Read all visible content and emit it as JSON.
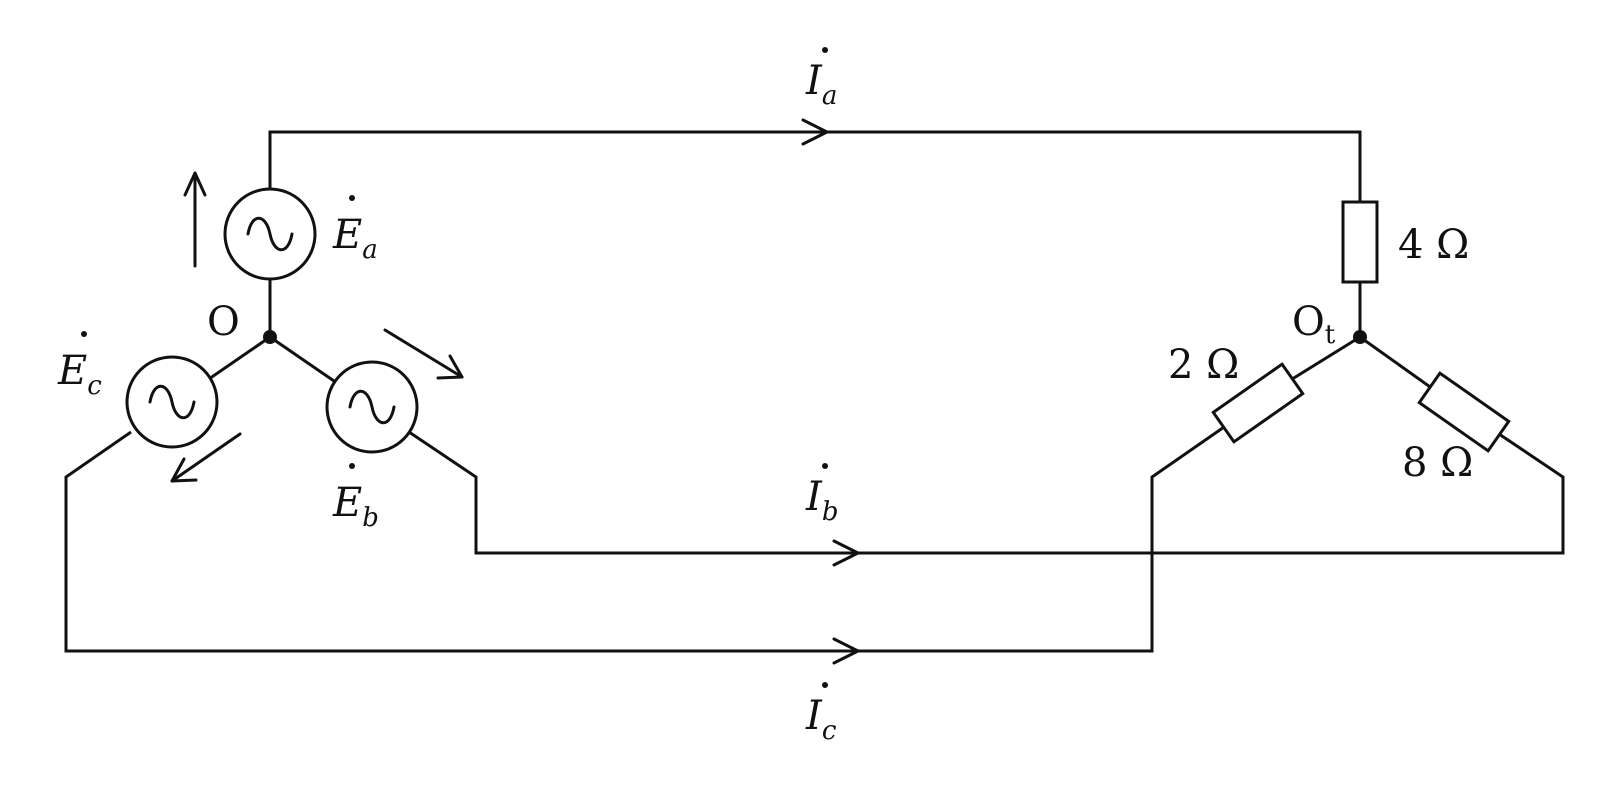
{
  "currents": {
    "a": {
      "symbol": "I",
      "sub": "a"
    },
    "b": {
      "symbol": "I",
      "sub": "b"
    },
    "c": {
      "symbol": "I",
      "sub": "c"
    }
  },
  "sources": {
    "a": {
      "symbol": "E",
      "sub": "a"
    },
    "b": {
      "symbol": "E",
      "sub": "b"
    },
    "c": {
      "symbol": "E",
      "sub": "c"
    }
  },
  "nodes": {
    "source_neutral": "O",
    "load_neutral": {
      "main": "O",
      "sub": "t"
    }
  },
  "resistors": {
    "a": "4 Ω",
    "b": "8 Ω",
    "c": "2 Ω"
  },
  "colors": {
    "line": "#111111",
    "background": "#ffffff"
  }
}
